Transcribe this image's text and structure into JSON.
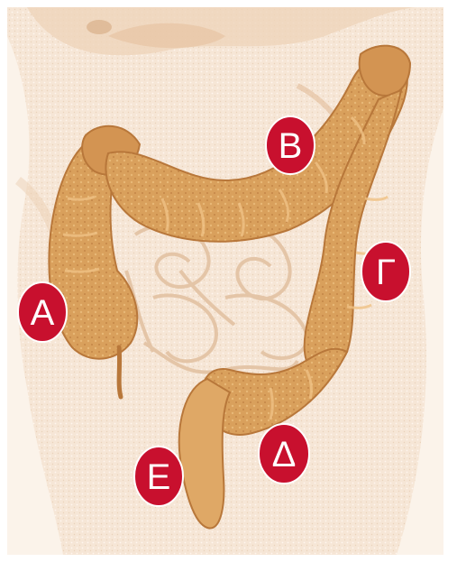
{
  "labels": {
    "a": "Α",
    "b": "Β",
    "g": "Γ",
    "d": "Δ",
    "e": "Ε"
  },
  "colors": {
    "background_skin": "#f6e6d6",
    "skin_shadow": "#e8c7a6",
    "colon": "#d9a05c",
    "colon_highlight": "#f0c286",
    "colon_shadow": "#b8773a",
    "small_intestine": "#ecd3bd",
    "label_circle": "#c8102e",
    "label_text": "#ffffff"
  }
}
